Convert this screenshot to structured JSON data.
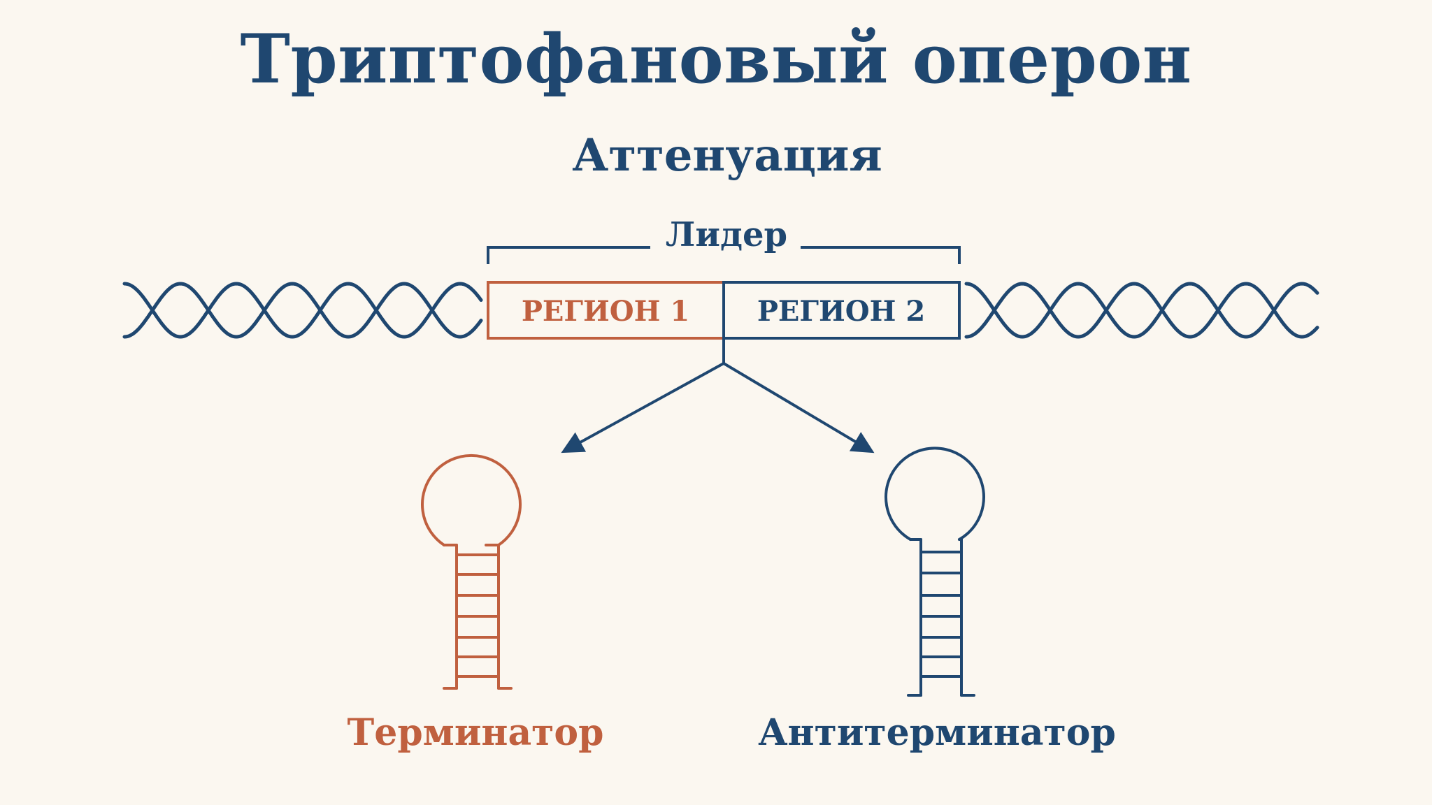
{
  "title": "Триптофановый оперон",
  "subtitle": "Аттенуация",
  "leader": {
    "label": "Лидер",
    "region1_label": "РЕГИОН 1",
    "region2_label": "РЕГИОН 2"
  },
  "structures": {
    "terminator_label": "Терминатор",
    "antiterminator_label": "Антитерминатор"
  },
  "colors": {
    "background": "#fbf7f0",
    "blue": "#1f4770",
    "orange": "#c0603f"
  }
}
